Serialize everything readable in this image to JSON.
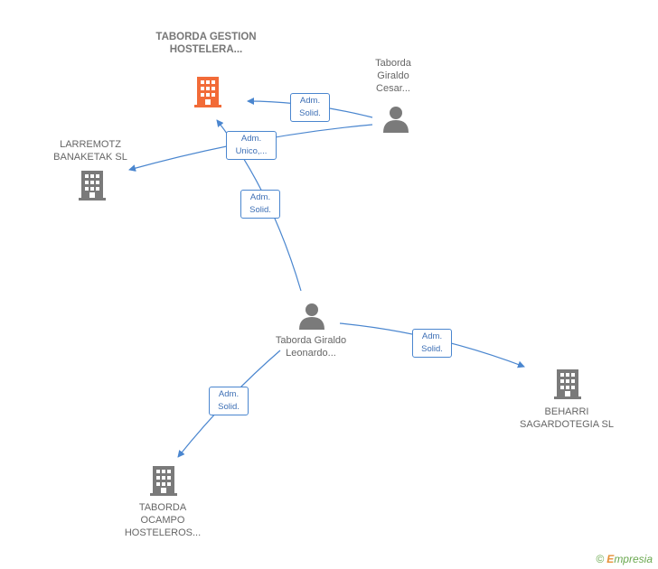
{
  "nodes": {
    "taborda_gestion": "TABORDA GESTION HOSTELERA...",
    "larremotz": "LARREMOTZ BANAKETAK SL",
    "taborda_cesar": "Taborda Giraldo Cesar...",
    "taborda_leonardo": "Taborda Giraldo Leonardo...",
    "beharri": "BEHARRI SAGARDOTEGIA SL",
    "taborda_ocampo": "TABORDA OCAMPO HOSTELEROS..."
  },
  "edges": {
    "cesar_gestion": "Adm. Solid.",
    "cesar_larremotz": "Adm. Unico,...",
    "leonardo_gestion": "Adm. Solid.",
    "leonardo_beharri": "Adm. Solid.",
    "leonardo_ocampo": "Adm. Solid."
  },
  "brand": {
    "copyright": "©",
    "name_first": "E",
    "name_rest": "mpresia"
  },
  "colors": {
    "edge": "#4a86cf",
    "main_company": "#f26b38",
    "company": "#7a7a7a",
    "person": "#7a7a7a"
  }
}
